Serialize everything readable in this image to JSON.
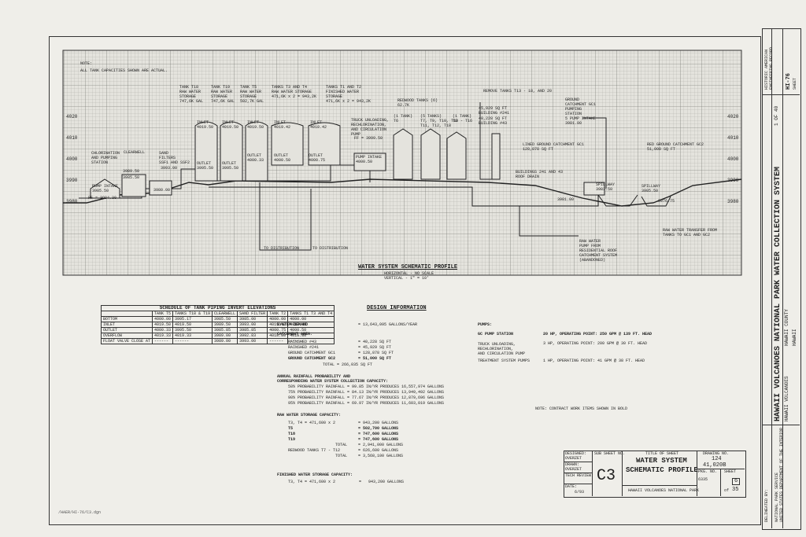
{
  "profile": {
    "note_label": "NOTE:",
    "note_text": "ALL TANK CAPACITIES SHOWN ARE ACTUAL.",
    "title": "WATER SYSTEM SCHEMATIC PROFILE",
    "scale_h": "HORIZONTAL - NO SCALE",
    "scale_v": "VERTICAL - 1\" = 10'",
    "elev_left": [
      "4020",
      "4010",
      "4000",
      "3990",
      "3980"
    ],
    "elev_right": [
      "4020",
      "4010",
      "4000",
      "3990",
      "3980"
    ],
    "labels": {
      "tank_t18": "TANK T18\nRAW WATER\nSTORAGE\n747,6K GAL",
      "tank_t19": "TANK T19\nRAW WATER\nSTORAGE\n747,6K GAL",
      "tank_t5": "TANK T5\nRAW WATER\nSTORAGE\n502,7K GAL",
      "tanks_t3_t4": "TANKS T3 AND T4\nRAW WATER STORAGE\n471,6K x 2 = 943,2K",
      "tanks_t1_t2": "TANKS T1 AND T2\nFINISHED WATER\nSTORAGE\n471,6K x 2 = 943,2K",
      "chlorination": "CHLORINATION\nAND PUMPING\nSTATION",
      "clearwell": "CLEARWELL",
      "sand_filters": "SAND\nFILTERS\nSSF1 AND SSF2",
      "truck_unloading": "TRUCK UNLOADING,\nRECHLORINATION,\nAND CIRCULATION\nPUMP",
      "pump_intake_left": "PUMP INTAKE\n3985.50",
      "pump_intake_mid": "PUMP INTAKE\n4000.50",
      "redwood_tanks": "REDWOOD TANKS (6)\n62.7K",
      "remove_tanks": "REMOVE TANKS T13 - 18, AND 20",
      "tanks_group1": "(1 TANK)\nT6",
      "tanks_group2": "(5 TANKS)\nT7, T9, T10, T13 - T16\nT11, T12, T18",
      "tanks_group3": "(1 TANK)\nT8",
      "bldg241": "45,929 SQ FT\nBUILDING #241",
      "bldg43": "40,228 SQ FT\nBUILDING #43",
      "ground_catch_1": "GROUND\nCATCHMENT GC1\nPUMPING\nSTATION\n5 PUMP INTAKE\n3981.00",
      "lined_catch_1": "LINED GROUND CATCHMENT GC1\n128,878 SQ FT",
      "lined_catch_2": "RED GROUND CATCHMENT GC2\n51,000 SQ FT",
      "bldg_roof": "BUILDINGS 241 AND 43\nROOF DRAIN",
      "spillway1": "SPILLWAY\n3983.50",
      "spillway2": "SPILLWAY\n3985.50",
      "raw_transfer": "RAW WATER TRANSFER FROM\nTANKS TO GC1 AND GC2",
      "raw_pump": "RAW WATER\nPUMP FROM\nRESIDENTIAL ROOF\nCATCHMENT SYSTEM\n(ABANDONED)",
      "to_dist1": "TO DISTRIBUTION",
      "to_dist2": "TO DISTRIBUTION",
      "elev_3984": "FF = 3984.30",
      "elev_3989": "3989.50",
      "elev_3985": "3985.50",
      "elev_3981": "3981.00",
      "elev_3993": "3993.00",
      "elev_3995a": "OUTLET\n3995.50",
      "elev_3995b": "OUTLET\n3995.50",
      "elev_4000a": "OUTLET\n4000.33",
      "elev_4000b": "OUTLET\n4000.75",
      "elev_4000c": "OUTLET\n4000.50",
      "elev_4019a": "INLET\n4019.50",
      "elev_4019b": "INLET\n4019.50",
      "elev_4019c": "INLET\n4019.50",
      "elev_4019d": "INLET\n4019.42",
      "elev_4019e": "INLET\n4018.42",
      "elev_3980": "3980.00",
      "elev_3999": "FF = 3999.50",
      "elev_3976": "3976.75",
      "elev_3981b": "3981.00"
    }
  },
  "schedule": {
    "title": "SCHEDULE OF TANK PIPING INVERT ELEVATIONS",
    "headers": [
      "",
      "TANK T5",
      "TANKS T18 & T19",
      "CLEARWELL",
      "SAND FILTER",
      "TANK T2",
      "TANKS T1 T3 AND T4"
    ],
    "rows": [
      [
        "BOTTOM",
        "4000.00",
        "3995.17",
        "3985.50",
        "3985.00",
        "4000.00",
        "4000.00"
      ],
      [
        "INLET",
        "4019.50",
        "4019.50",
        "3989.50",
        "3993.00",
        "4019.42",
        "4019.42"
      ],
      [
        "OUTLET",
        "4000.33",
        "3995.50",
        "3985.85",
        "3985.85",
        "4000.75",
        "4000.50"
      ],
      [
        "OVERFLOW",
        "4019.33",
        "4019.33",
        "3989.00",
        "3992.83",
        "4018.80",
        "4018.80"
      ],
      [
        "FLOAT VALVE CLOSE AT",
        "------",
        "------",
        "3989.00",
        "3993.00",
        "------",
        "------"
      ]
    ]
  },
  "design": {
    "title": "DESIGN INFORMATION",
    "system_demand_label": "SYSTEM DEMAND",
    "system_demand_value": "= 13,643,095 GALLONS/YEAR",
    "catchment_label": "CATCHMENT AREA:",
    "catchment_rows": [
      {
        "name": "RAINSHED #43",
        "value": "= 40,228 SQ FT",
        "bold": false
      },
      {
        "name": "RAINSHED #241",
        "value": "= 45,929 SQ FT",
        "bold": false
      },
      {
        "name": "GROUND CATCHMENT GC1",
        "value": "= 128,878 SQ FT",
        "bold": false
      },
      {
        "name": "GROUND CATCHMENT GC2",
        "value": "= 51,000 SQ FT",
        "bold": true
      }
    ],
    "catchment_total": "TOTAL     = 266,035 SQ FT",
    "rainfall_label": "ANNUAL RAINFALL PROBABILITY AND\nCORRESPONDING WATER SYSTEM COLLECTION CAPACITY:",
    "rainfall_rows": [
      "50% PROBABILITY RAINFALL = 99.85 IN/YR  PRODUCES 16,557,974 GALLONS",
      "75% PROBABILITY RAINFALL = 84.13 IN/YR  PRODUCES 13,949,492 GALLONS",
      "90% PROBABILITY RAINFALL = 77.67 IN/YR  PRODUCES 12,879,696 GALLONS",
      "95% PROBABILITY RAINFALL = 69.97 IN/YR  PRODUCES 11,603,019 GALLONS"
    ],
    "raw_storage_label": "RAW WATER STORAGE CAPACITY:",
    "raw_storage_rows": [
      {
        "name": "T3, T4 = 471,600 x 2",
        "value": "=   943,200 GALLONS",
        "bold": false
      },
      {
        "name": "T5",
        "value": "=   502,700 GALLONS",
        "bold": true
      },
      {
        "name": "T18",
        "value": "=   747,600 GALLONS",
        "bold": true
      },
      {
        "name": "T19",
        "value": "=   747,600 GALLONS",
        "bold": true
      },
      {
        "name": "TOTAL",
        "value": "= 2,941,000 GALLONS",
        "bold": false
      },
      {
        "name": "REDWOOD TANKS T7 - T12",
        "value": "=   626,600 GALLONS",
        "bold": false
      },
      {
        "name": "TOTAL",
        "value": "= 3,568,100 GALLONS",
        "bold": false
      }
    ],
    "finished_label": "FINISHED WATER STORAGE CAPACITY:",
    "finished_row": "T3, T4 = 471,600 x 2          =   943,200 GALLONS",
    "pumps_label": "PUMPS:",
    "pump_rows": [
      {
        "name": "GC PUMP STATION",
        "value": "20 HP, OPERATING POINT: 250 GPM @ 139 FT. HEAD",
        "bold": true
      },
      {
        "name": "TRUCK UNLOADING,\nRECHLORINATION,\nAND CIRCULATION PUMP",
        "value": "3 HP, OPERATING POINT: 200 GPM @ 30 FT. HEAD",
        "bold": false
      },
      {
        "name": "TREATMENT SYSTEM PUMPS",
        "value": "1 HP, OPERATING POINT: 41 GPM @ 38 FT. HEAD",
        "bold": false
      }
    ],
    "note": "NOTE:  CONTRACT WORK ITEMS SHOWN IN BOLD"
  },
  "titleblock": {
    "designed_label": "DESIGNED:",
    "designed": "OVERZET",
    "drawn_label": "DRAWN:",
    "drawn": "OVERZET",
    "tech_label": "TECH REVIEW:",
    "tech": "",
    "date_label": "DATE:",
    "date": "6/93",
    "sub_sheet_label": "SUB SHEET NO.",
    "sub_sheet": "C3",
    "title_label": "TITLE OF SHEET",
    "title_line1": "WATER SYSTEM",
    "title_line2": "SCHEMATIC PROFILE",
    "park": "HAWAII VOLCANOES NATIONAL PARK",
    "drawing_no_label": "DRAWING NO.",
    "drawing_no1": "124",
    "drawing_no2": "41,020B",
    "pkg_label": "PKG. NO.",
    "pkg": "6335",
    "sheet_label": "SHEET",
    "sheet": "6",
    "sheet_of": "35"
  },
  "side": {
    "main_title": "HAWAII VOLCANOES NATIONAL PARK WATER COLLECTION SYSTEM",
    "sub_title": "HAWAII VOLCANOES",
    "county": "HAWAII COUNTY",
    "state": "HAWAII",
    "haer": "HI-76",
    "haer_label": "HISTORIC AMERICAN\nENGINEERING RECORD",
    "sheet_label": "SHEET",
    "sheet": "1 OF 40",
    "credit": "DELINEATED BY:",
    "agency": "NATIONAL PARK SERVICE\nUNITED STATES DEPARTMENT OF THE INTERIOR"
  },
  "footer_path": "/HAER/HI-76/C3.dgn"
}
